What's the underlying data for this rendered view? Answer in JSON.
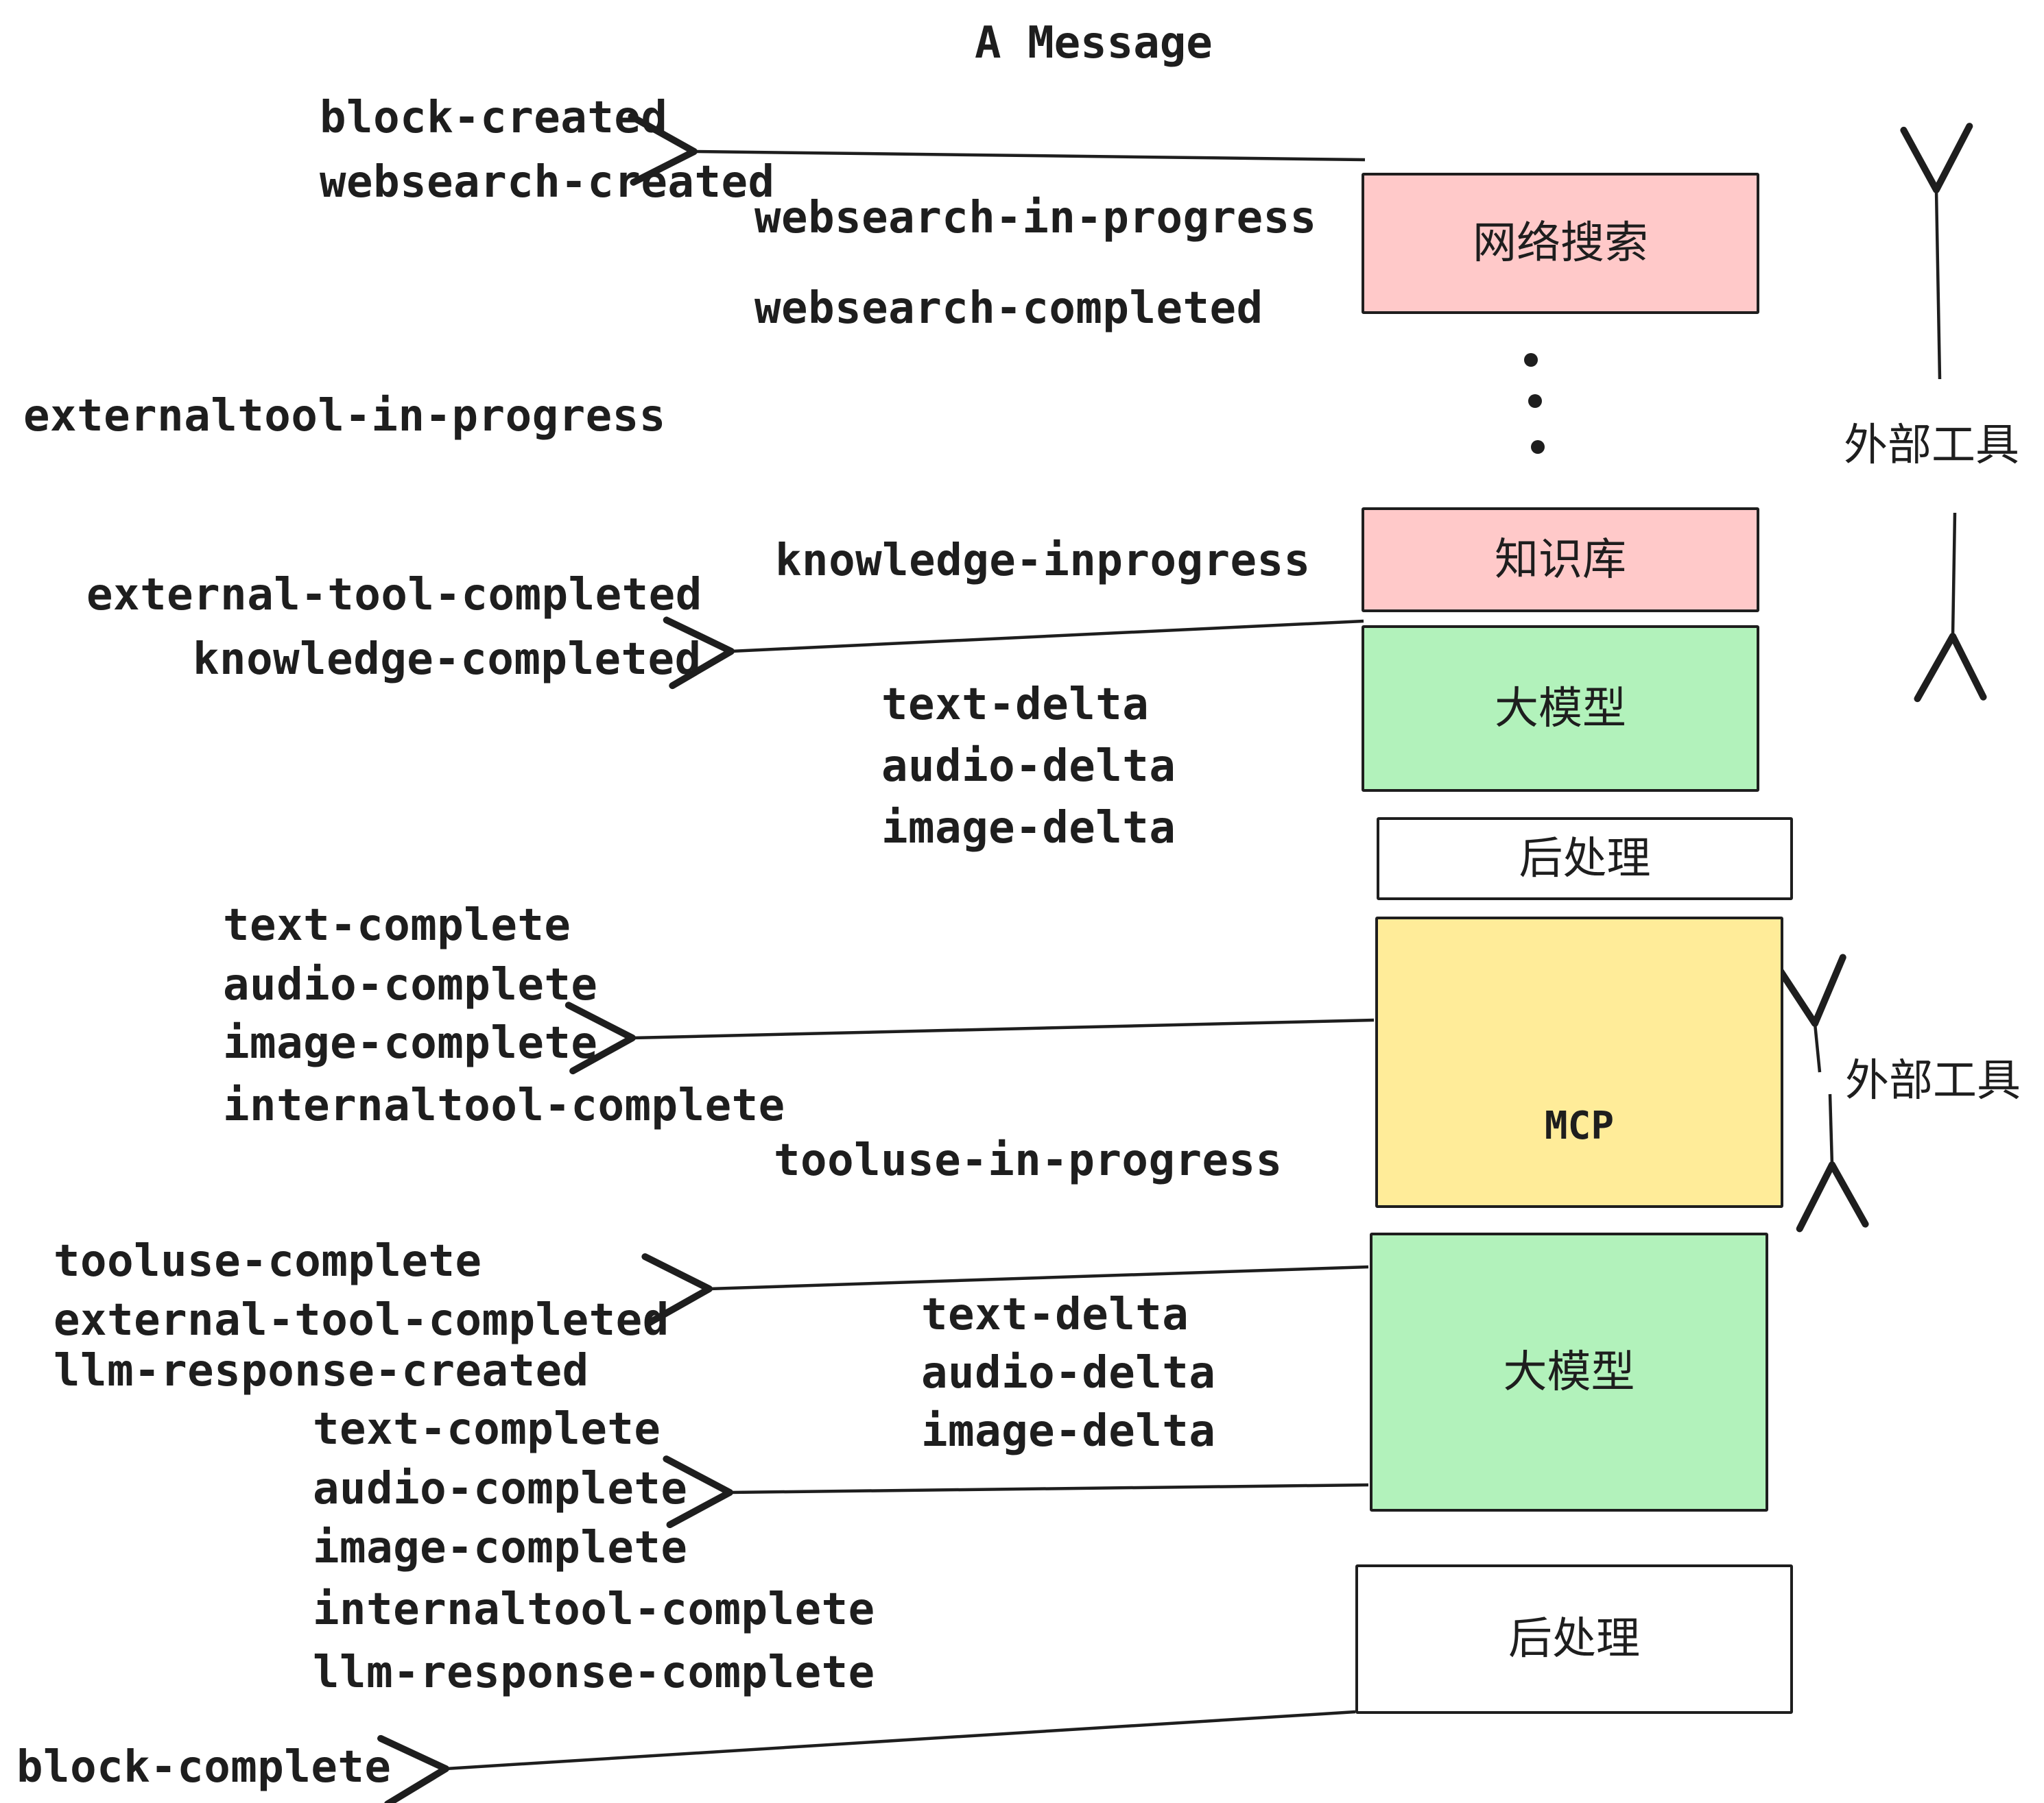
{
  "title": "A Message",
  "colors": {
    "ink": "#1e1e1e",
    "external_tool_box": "#FFC9C9",
    "llm_box": "#B2F2BB",
    "mcp_box": "#FFEC99",
    "post_process_box": "#FFFFFF",
    "background": "#FFFFFF"
  },
  "boxes": [
    {
      "id": "websearch",
      "label": "网络搜索"
    },
    {
      "id": "knowledge",
      "label": "知识库"
    },
    {
      "id": "llm-1",
      "label": "大模型"
    },
    {
      "id": "post-1",
      "label": "后处理"
    },
    {
      "id": "mcp",
      "label": "MCP"
    },
    {
      "id": "llm-2",
      "label": "大模型"
    },
    {
      "id": "post-2",
      "label": "后处理"
    }
  ],
  "side_labels": {
    "external_tools_top": "外部工具",
    "external_tools_mcp": "外部工具"
  },
  "events": [
    {
      "label": "block-created"
    },
    {
      "label": "websearch-created"
    },
    {
      "label": "websearch-in-progress"
    },
    {
      "label": "websearch-completed"
    },
    {
      "label": "externaltool-in-progress"
    },
    {
      "label": "knowledge-inprogress"
    },
    {
      "label": "external-tool-completed"
    },
    {
      "label": "knowledge-completed"
    },
    {
      "label": "text-delta"
    },
    {
      "label": "audio-delta"
    },
    {
      "label": "image-delta"
    },
    {
      "label": "text-complete"
    },
    {
      "label": "audio-complete"
    },
    {
      "label": "image-complete"
    },
    {
      "label": "internaltool-complete"
    },
    {
      "label": "tooluse-in-progress"
    },
    {
      "label": "tooluse-complete"
    },
    {
      "label": "external-tool-completed"
    },
    {
      "label": "llm-response-created"
    },
    {
      "label": "text-complete"
    },
    {
      "label": "audio-complete"
    },
    {
      "label": "image-complete"
    },
    {
      "label": "internaltool-complete"
    },
    {
      "label": "llm-response-complete"
    },
    {
      "label": "block-complete"
    }
  ]
}
